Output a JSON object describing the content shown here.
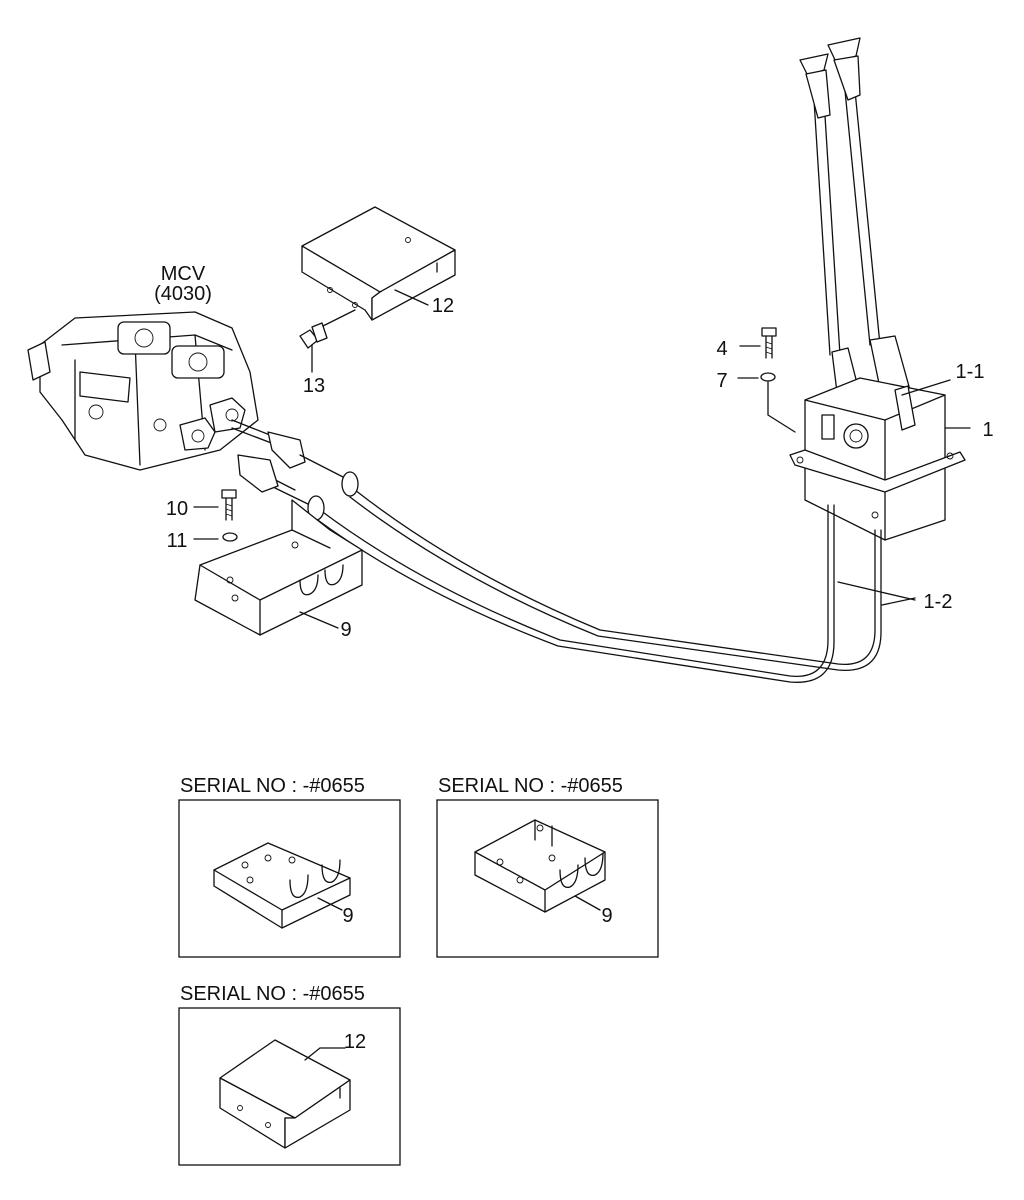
{
  "mcv": {
    "line1": "MCV",
    "line2": "(4030)"
  },
  "callouts": {
    "c1": "1",
    "c1_1": "1-1",
    "c1_2": "1-2",
    "c4": "4",
    "c7": "7",
    "c9": "9",
    "c10": "10",
    "c11": "11",
    "c12": "12",
    "c13": "13"
  },
  "insets": [
    {
      "caption": "SERIAL NO : -#0655",
      "part": "9"
    },
    {
      "caption": "SERIAL NO : -#0655",
      "part": "9"
    },
    {
      "caption": "SERIAL NO : -#0655",
      "part": "12"
    }
  ]
}
